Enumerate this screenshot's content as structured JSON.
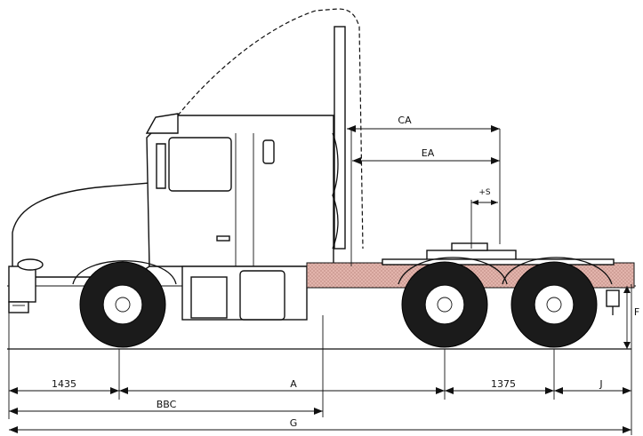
{
  "labels": {
    "ca": "CA",
    "ea": "EA",
    "plus_s": "+S",
    "dim_1435": "1435",
    "a": "A",
    "dim_1375": "1375",
    "j": "J",
    "bbc": "BBC",
    "g": "G",
    "f": "F"
  },
  "colors": {
    "frame": "#d9a8a0",
    "tire": "#1b1b1b",
    "line": "#111111"
  }
}
